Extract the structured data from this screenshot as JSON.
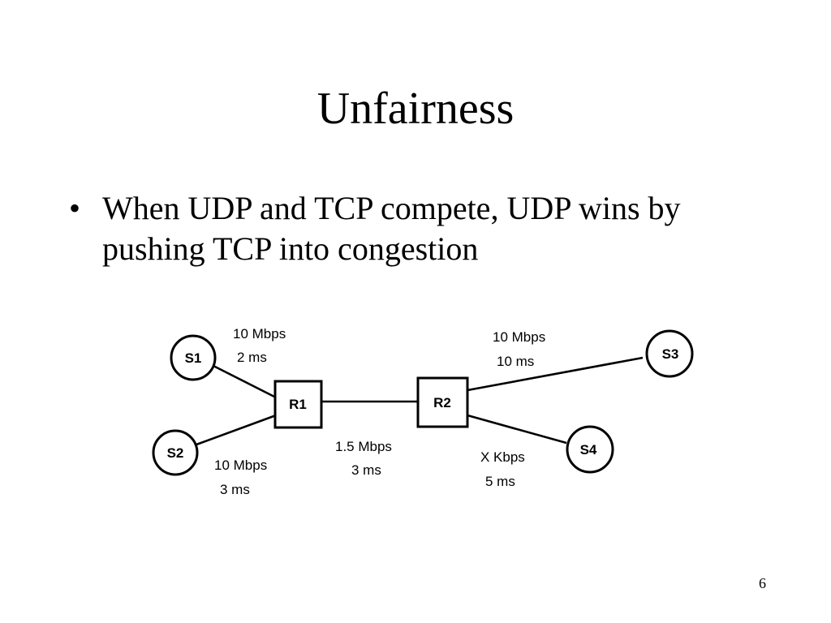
{
  "slide": {
    "title": "Unfairness",
    "bullets": [
      {
        "marker": "•",
        "text": "When UDP and TCP compete, UDP wins by pushing TCP into congestion"
      }
    ],
    "page_number": "6"
  },
  "diagram": {
    "nodes": {
      "s1": "S1",
      "s2": "S2",
      "s3": "S3",
      "s4": "S4",
      "r1": "R1",
      "r2": "R2"
    },
    "links": {
      "s1_r1": {
        "bandwidth": "10 Mbps",
        "delay": "2 ms"
      },
      "s2_r1": {
        "bandwidth": "10 Mbps",
        "delay": "3 ms"
      },
      "r1_r2": {
        "bandwidth": "1.5 Mbps",
        "delay": "3 ms"
      },
      "r2_s3": {
        "bandwidth": "10 Mbps",
        "delay": "10 ms"
      },
      "r2_s4": {
        "bandwidth": "X Kbps",
        "delay": "5 ms"
      }
    }
  }
}
